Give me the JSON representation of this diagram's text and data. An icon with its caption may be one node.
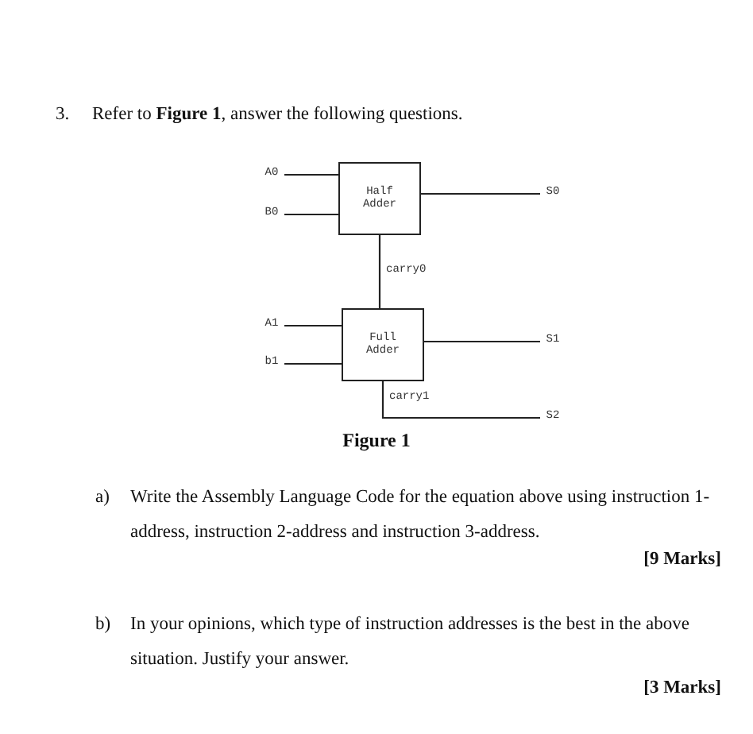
{
  "diagram": {
    "caption": "Figure 1",
    "nodes": [
      {
        "text": [
          "A0"
        ]
      },
      {
        "text": [
          "B0"
        ]
      },
      {
        "text": [
          "Half Adder"
        ]
      },
      {
        "text": [
          "S0"
        ]
      },
      {
        "text": [
          "A1"
        ]
      },
      {
        "text": [
          "b1"
        ]
      },
      {
        "text": [
          "Full Adder"
        ]
      },
      {
        "text": [
          "S1"
        ]
      },
      {
        "text": [
          "S2"
        ]
      }
    ],
    "edges": [
      {
        "from": 0,
        "to": 2,
        "arrow": "none"
      },
      {
        "from": 1,
        "to": 2,
        "arrow": "none"
      },
      {
        "from": 2,
        "to": 3,
        "arrow": "none"
      },
      {
        "from": 2,
        "to": 6,
        "arrow": "none",
        "label": "carry0"
      },
      {
        "from": 4,
        "to": 6,
        "arrow": "none"
      },
      {
        "from": 5,
        "to": 6,
        "arrow": "none"
      },
      {
        "from": 6,
        "to": 7,
        "arrow": "none"
      },
      {
        "from": 6,
        "to": 8,
        "arrow": "none",
        "label": "carry1"
      }
    ],
    "labels": [
      "3.",
      "Refer to **Figure 1**, answer the following questions.",
      "a)",
      "Write the Assembly Language Code for the equation above using instruction 1-address, instruction 2-address and instruction 3-address.",
      "[9 Marks]",
      "b)",
      "In your opinions, which type of instruction addresses is the best in the above situation. Justify your answer.",
      "[3 Marks]"
    ]
  }
}
